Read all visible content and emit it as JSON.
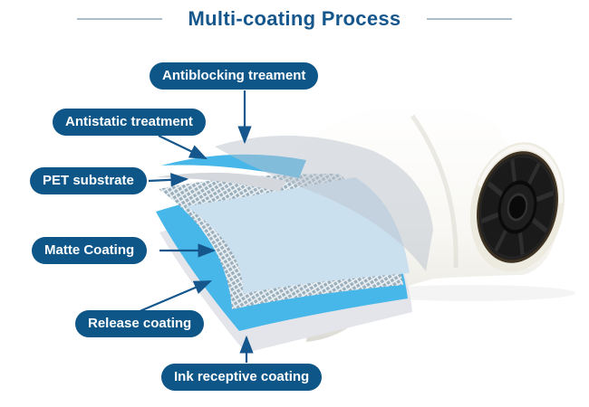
{
  "title": {
    "text": "Multi-coating Process"
  },
  "labels": [
    {
      "id": "antiblocking",
      "text": "Antiblocking treament"
    },
    {
      "id": "antistatic",
      "text": "Antistatic treatment"
    },
    {
      "id": "pet",
      "text": "PET substrate"
    },
    {
      "id": "matte",
      "text": "Matte Coating"
    },
    {
      "id": "release",
      "text": "Release coating"
    },
    {
      "id": "ink",
      "text": "Ink receptive coating"
    }
  ],
  "colors": {
    "accent": "#15568C",
    "label_bg": "#0E5688",
    "label_text": "#FFFFFF",
    "divider": "#A9BFCD",
    "sheet_blue": "#47B7E9",
    "sheet_face": "#CBE0EF",
    "sheet_gray": "#D4D7DC",
    "roll_core": "#1A1A1A"
  }
}
